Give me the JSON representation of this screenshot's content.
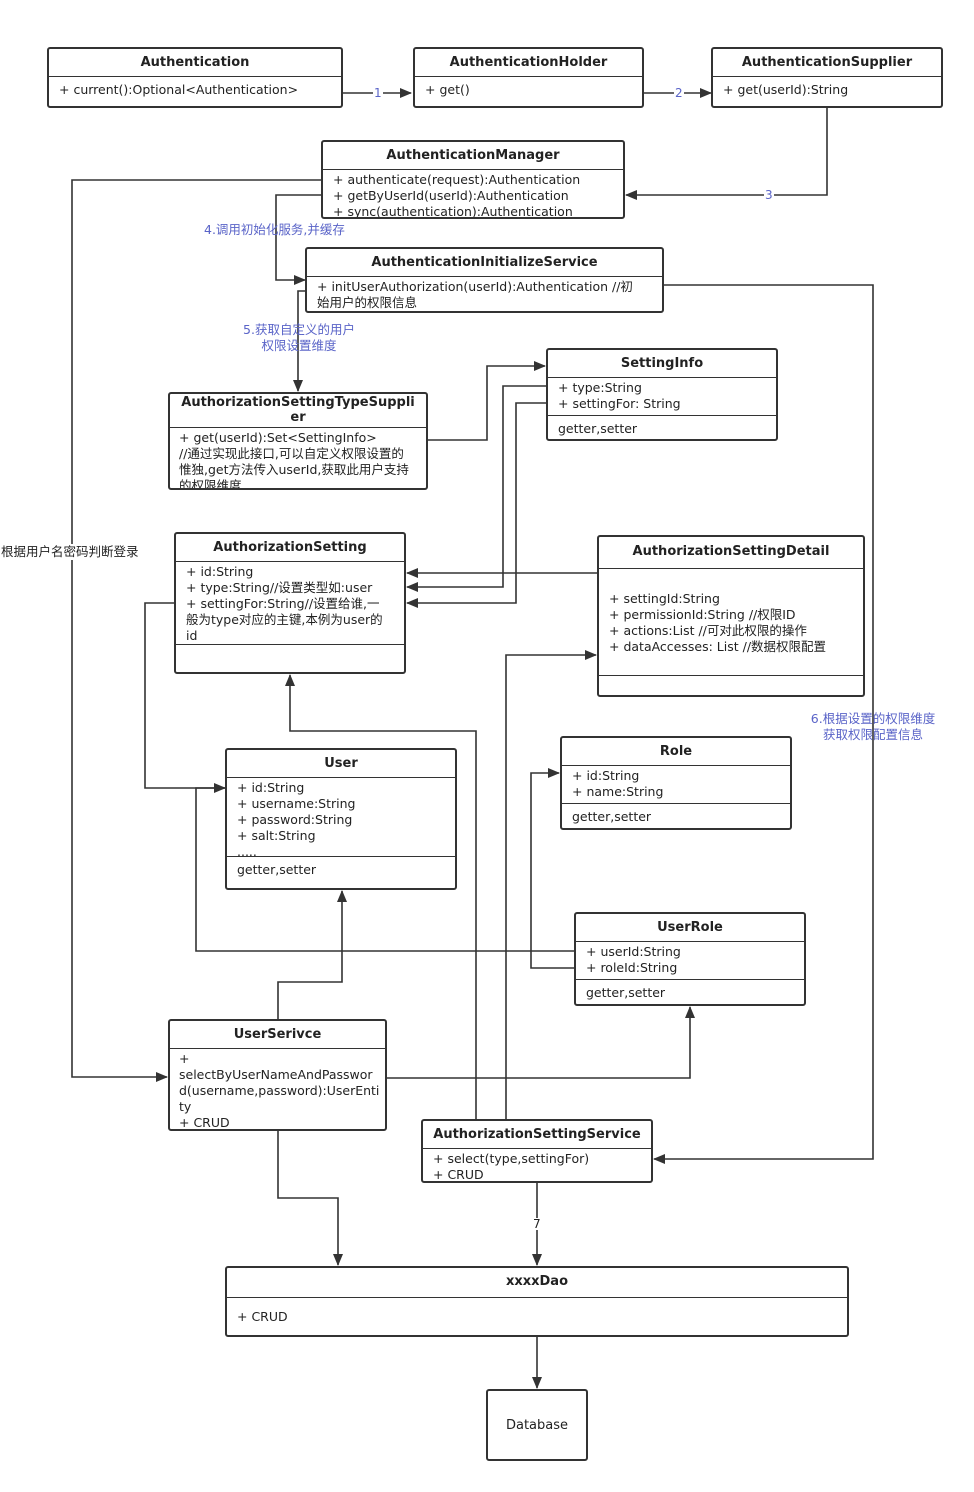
{
  "classes": {
    "authentication": {
      "name": "Authentication",
      "members": "+ current():Optional<Authentication>"
    },
    "holder": {
      "name": "AuthenticationHolder",
      "members": "+ get()"
    },
    "supplier": {
      "name": "AuthenticationSupplier",
      "members": "+ get(userId):String"
    },
    "manager": {
      "name": "AuthenticationManager",
      "members": "+ authenticate(request):Authentication\n+ getByUserId(userId):Authentication\n+ sync(authentication):Authentication"
    },
    "init_service": {
      "name": "AuthenticationInitializeService",
      "members": "+ initUserAuthorization(userId):Authentication //初\n始用户的权限信息"
    },
    "setting_info": {
      "name": "SettingInfo",
      "members": "+ type:String\n+ settingFor: String",
      "ops": "getter,setter"
    },
    "type_supplier": {
      "name": "AuthorizationSettingTypeSuppli\ner",
      "members": "+ get(userId):Set<SettingInfo>\n//通过实现此接口,可以自定义权限设置的\n惟独,get方法传入userId,获取此用户支持\n的权限维度."
    },
    "auth_setting": {
      "name": "AuthorizationSetting",
      "members": "+ id:String\n+ type:String//设置类型如:user\n+ settingFor:String//设置给谁,一\n般为type对应的主键,本例为user的\nid",
      "ops": ""
    },
    "setting_detail": {
      "name": "AuthorizationSettingDetail",
      "members": "\n+ settingId:String\n+ permissionId:String //权限ID\n+ actions:List //可对此权限的操作\n+ dataAccesses: List //数据权限配置",
      "ops": ""
    },
    "user": {
      "name": "User",
      "members": "+ id:String\n+ username:String\n+ password:String\n+ salt:String\n.....",
      "ops": "getter,setter"
    },
    "role": {
      "name": "Role",
      "members": "+ id:String\n+ name:String",
      "ops": "getter,setter"
    },
    "user_role": {
      "name": "UserRole",
      "members": "+ userId:String\n+ roleId:String",
      "ops": "getter,setter"
    },
    "user_service": {
      "name": "UserSerivce",
      "members": "+\nselectByUserNameAndPasswor\nd(username,password):UserEnti\nty\n+ CRUD"
    },
    "setting_service": {
      "name": "AuthorizationSettingService",
      "members": "+ select(type,settingFor)\n+ CRUD"
    },
    "dao": {
      "name": "xxxxDao",
      "members": "+ CRUD"
    }
  },
  "database": {
    "label": "Database"
  },
  "notes": {
    "n1": "1",
    "n2": "2",
    "n3": "3",
    "n4": "4.调用初始化服务,并缓存",
    "n5": "5.获取自定义的用户\n权限设置维度",
    "n6": "6.根据设置的权限维度\n获取权限配置信息",
    "n7": "7",
    "login": "根据用户名密码判断登录"
  }
}
